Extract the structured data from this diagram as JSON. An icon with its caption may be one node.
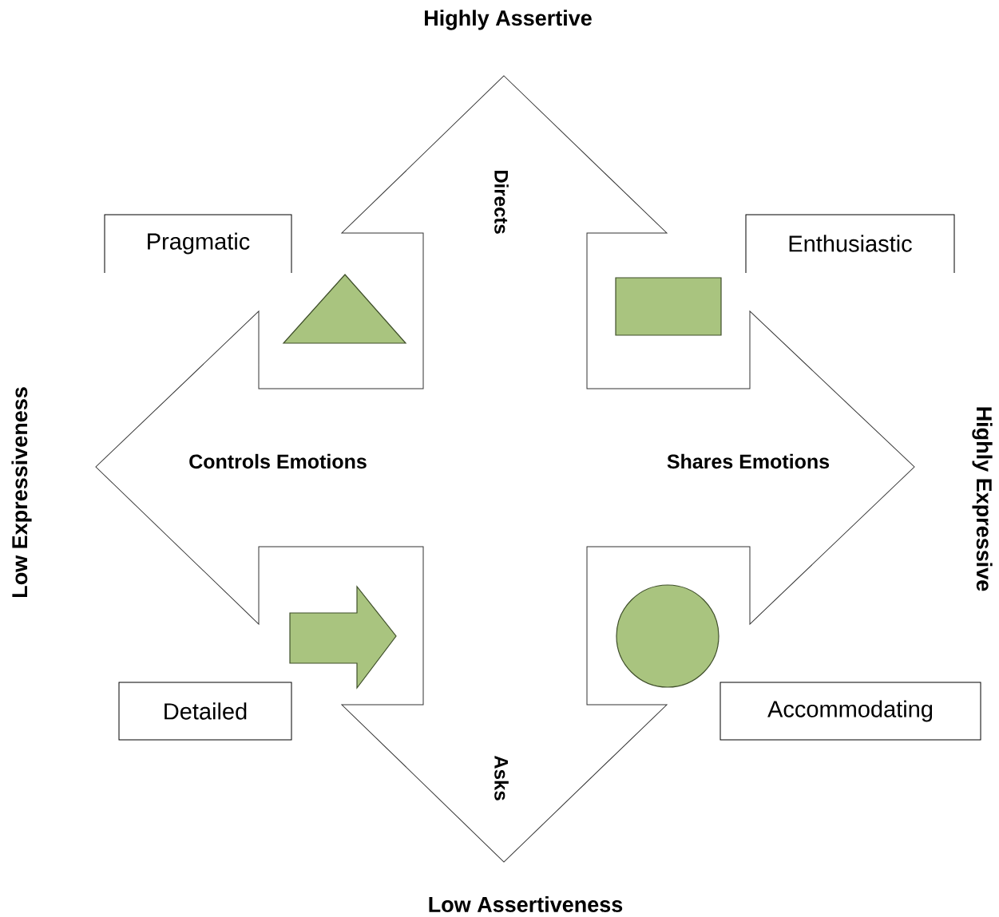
{
  "diagram": {
    "nodes": [
      {
        "text": [
          "Directs",
          "Controls Emotions",
          "Shares Emotions",
          "Asks"
        ]
      },
      {
        "text": [
          "Pragmatic"
        ]
      },
      {
        "text": [
          "Enthusiastic"
        ]
      },
      {
        "text": [],
        "shape": "triangle"
      },
      {
        "text": [],
        "shape": "box"
      },
      {
        "text": [],
        "shape": "arrow"
      },
      {
        "text": [],
        "shape": "circle"
      },
      {
        "text": [
          "Detailed"
        ]
      },
      {
        "text": [
          "Accommodating"
        ]
      }
    ],
    "labels": [
      "Highly Assertive",
      "Low Expressiveness",
      "Highly Expressive",
      "Low Assertiveness"
    ]
  }
}
